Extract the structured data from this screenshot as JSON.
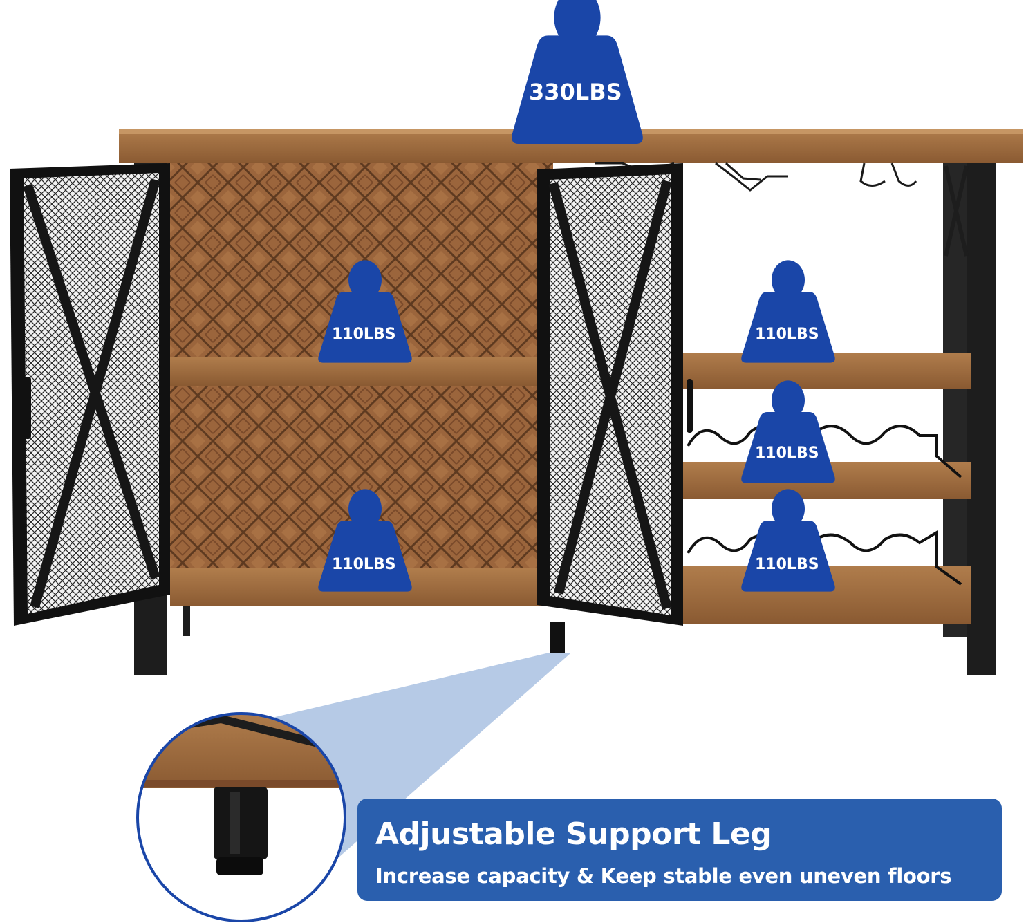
{
  "colors": {
    "accent_blue": "#1a46a8",
    "banner_blue": "#2a5fae",
    "wood": "#9a6a3c",
    "wood_dark": "#6f4527",
    "metal": "#1c1c1c",
    "callout_fill": "#9fb9dc"
  },
  "weights": {
    "top": "330LBS",
    "upper_left_shelf": "110LBS",
    "lower_left_shelf": "110LBS",
    "upper_right_shelf": "110LBS",
    "middle_right_shelf": "110LBS",
    "lower_right_shelf": "110LBS"
  },
  "banner": {
    "title": "Adjustable Support Leg",
    "subtitle": "Increase capacity & Keep stable even uneven floors"
  },
  "icons": [
    "weight-icon",
    "detail-zoom-circle"
  ]
}
